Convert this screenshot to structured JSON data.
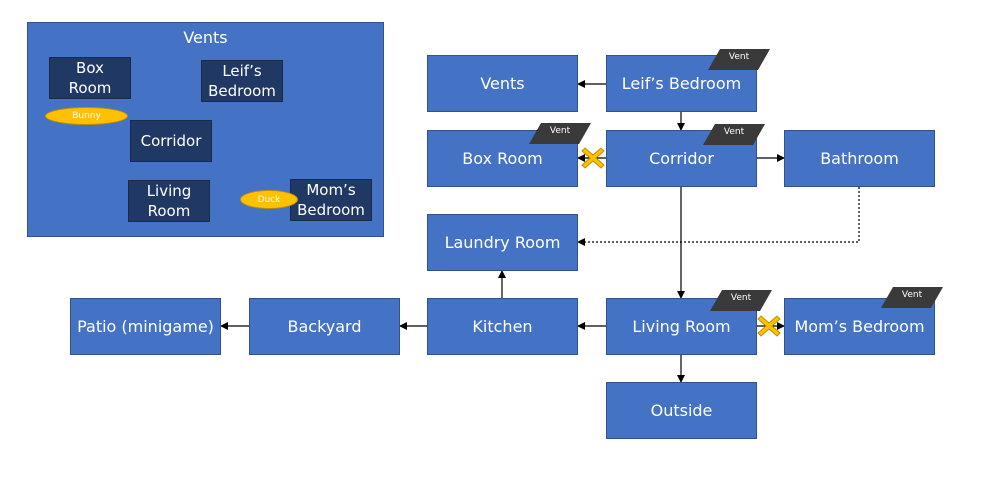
{
  "vents_panel": {
    "title": "Vents",
    "rooms": [
      {
        "id": "box-room",
        "label": "Box\nRoom"
      },
      {
        "id": "leifs-bedroom",
        "label": "Leif’s\nBedroom"
      },
      {
        "id": "corridor",
        "label": "Corridor"
      },
      {
        "id": "living-room",
        "label": "Living\nRoom"
      },
      {
        "id": "moms-bedroom",
        "label": "Mom’s\nBedroom"
      }
    ],
    "markers": [
      {
        "id": "bunny",
        "label": "Bunny"
      },
      {
        "id": "duck",
        "label": "Duck"
      }
    ]
  },
  "nodes": {
    "vents": "Vents",
    "leifs_bedroom": "Leif’s Bedroom",
    "box_room": "Box Room",
    "corridor": "Corridor",
    "bathroom": "Bathroom",
    "laundry_room": "Laundry Room",
    "kitchen": "Kitchen",
    "living_room": "Living Room",
    "moms_bedroom": "Mom’s Bedroom",
    "backyard": "Backyard",
    "patio": "Patio (minigame)",
    "outside": "Outside"
  },
  "vent_tag_label": "Vent",
  "vent_tags_on": [
    "leifs_bedroom",
    "box_room",
    "corridor",
    "living_room",
    "moms_bedroom"
  ],
  "edges": [
    {
      "from": "leifs_bedroom",
      "to": "vents",
      "style": "solid"
    },
    {
      "from": "leifs_bedroom",
      "to": "corridor",
      "style": "solid"
    },
    {
      "from": "corridor",
      "to": "box_room",
      "style": "solid",
      "blocked": true
    },
    {
      "from": "corridor",
      "to": "bathroom",
      "style": "solid"
    },
    {
      "from": "corridor",
      "to": "living_room",
      "style": "solid"
    },
    {
      "from": "bathroom",
      "to": "laundry_room",
      "style": "dotted"
    },
    {
      "from": "living_room",
      "to": "kitchen",
      "style": "solid"
    },
    {
      "from": "living_room",
      "to": "moms_bedroom",
      "style": "solid",
      "blocked": true
    },
    {
      "from": "living_room",
      "to": "outside",
      "style": "solid"
    },
    {
      "from": "kitchen",
      "to": "laundry_room",
      "style": "solid"
    },
    {
      "from": "kitchen",
      "to": "backyard",
      "style": "solid"
    },
    {
      "from": "backyard",
      "to": "patio",
      "style": "solid"
    }
  ],
  "colors": {
    "node_fill": "#4472c4",
    "mini_fill": "#203864",
    "vent_tag": "#3a3a3a",
    "marker": "#ffc000",
    "blocked_x": "#ffc000"
  }
}
